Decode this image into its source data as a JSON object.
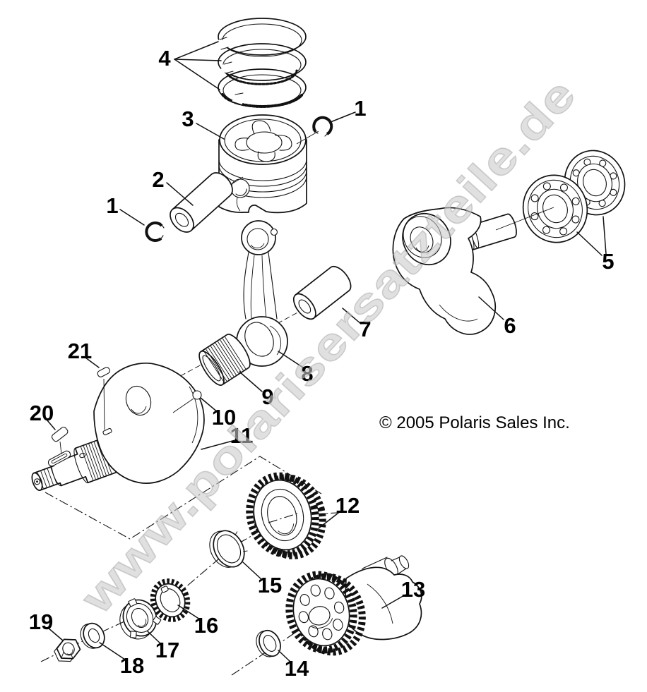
{
  "diagram": {
    "watermark": "www.polarisersatzteile.de",
    "copyright": "© 2005 Polaris Sales Inc."
  },
  "callouts": [
    {
      "part": "piston-ring-set",
      "number": "4"
    },
    {
      "part": "piston",
      "number": "3"
    },
    {
      "part": "circlip-upper",
      "number": "1"
    },
    {
      "part": "wrist-pin",
      "number": "2"
    },
    {
      "part": "circlip-lower",
      "number": "1"
    },
    {
      "part": "main-bearings",
      "number": "5"
    },
    {
      "part": "crankshaft-right-half",
      "number": "6"
    },
    {
      "part": "crank-pin",
      "number": "7"
    },
    {
      "part": "connecting-rod",
      "number": "8"
    },
    {
      "part": "needle-bearing",
      "number": "9"
    },
    {
      "part": "ball",
      "number": "10"
    },
    {
      "part": "crankshaft-left-half",
      "number": "11"
    },
    {
      "part": "drive-gear",
      "number": "12"
    },
    {
      "part": "balance-shaft-gear",
      "number": "13"
    },
    {
      "part": "thrust-washer",
      "number": "14"
    },
    {
      "part": "snap-ring",
      "number": "15"
    },
    {
      "part": "tab-lock-washer",
      "number": "16"
    },
    {
      "part": "lock-nut",
      "number": "17"
    },
    {
      "part": "flat-washer",
      "number": "18"
    },
    {
      "part": "hex-nut",
      "number": "19"
    },
    {
      "part": "woodruff-key",
      "number": "20"
    },
    {
      "part": "dowel-key",
      "number": "21"
    }
  ]
}
